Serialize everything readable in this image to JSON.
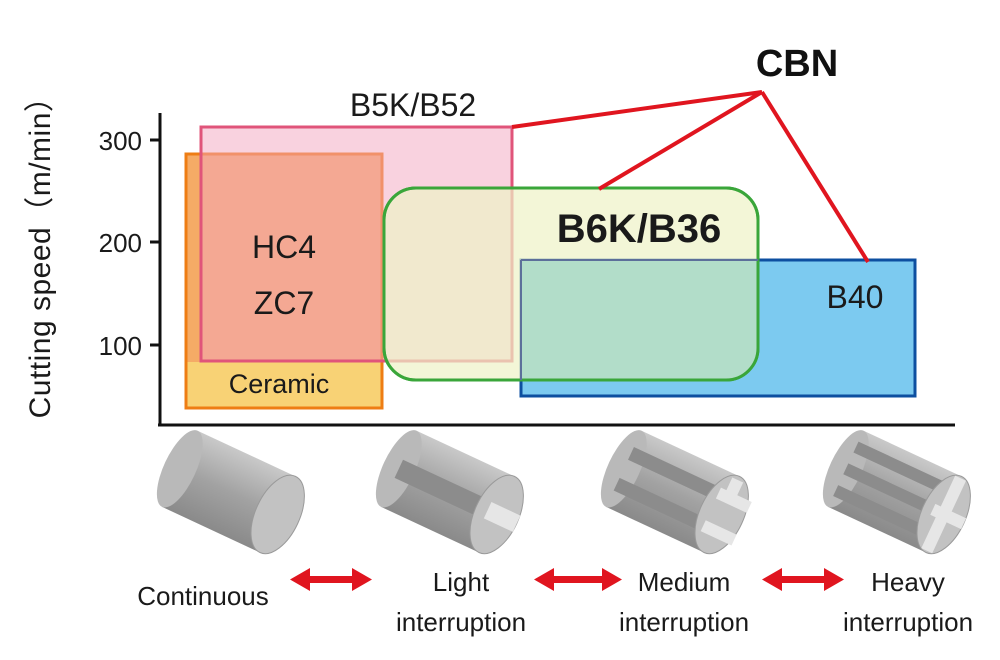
{
  "axis": {
    "ylabel": "Cutting speed（m/min）",
    "ticks": [
      "300",
      "200",
      "100"
    ]
  },
  "regions": {
    "b5k": "B5K/B52",
    "hc4": "HC4",
    "zc7": "ZC7",
    "ceramic": "Ceramic",
    "b6k": "B6K/B36",
    "b40": "B40"
  },
  "callout": "CBN",
  "categories": [
    {
      "line1": "Continuous",
      "line2": ""
    },
    {
      "line1": "Light",
      "line2": "interruption"
    },
    {
      "line1": "Medium",
      "line2": "interruption"
    },
    {
      "line1": "Heavy",
      "line2": "interruption"
    }
  ],
  "colors": {
    "accent_red": "#e0151f",
    "pink": "#f7c9d6",
    "orange": "#f5a35a",
    "yellow": "#f8d275",
    "green_fill": "#e8efc5",
    "green_stroke": "#3aa63a",
    "blue_fill": "#7ccaf0",
    "blue_stroke": "#0d4fa0",
    "teal_overlap": "#b2ddc9"
  },
  "icons": [
    "cylinder-solid-icon",
    "cylinder-one-groove-icon",
    "cylinder-two-groove-icon",
    "cylinder-three-groove-icon"
  ]
}
